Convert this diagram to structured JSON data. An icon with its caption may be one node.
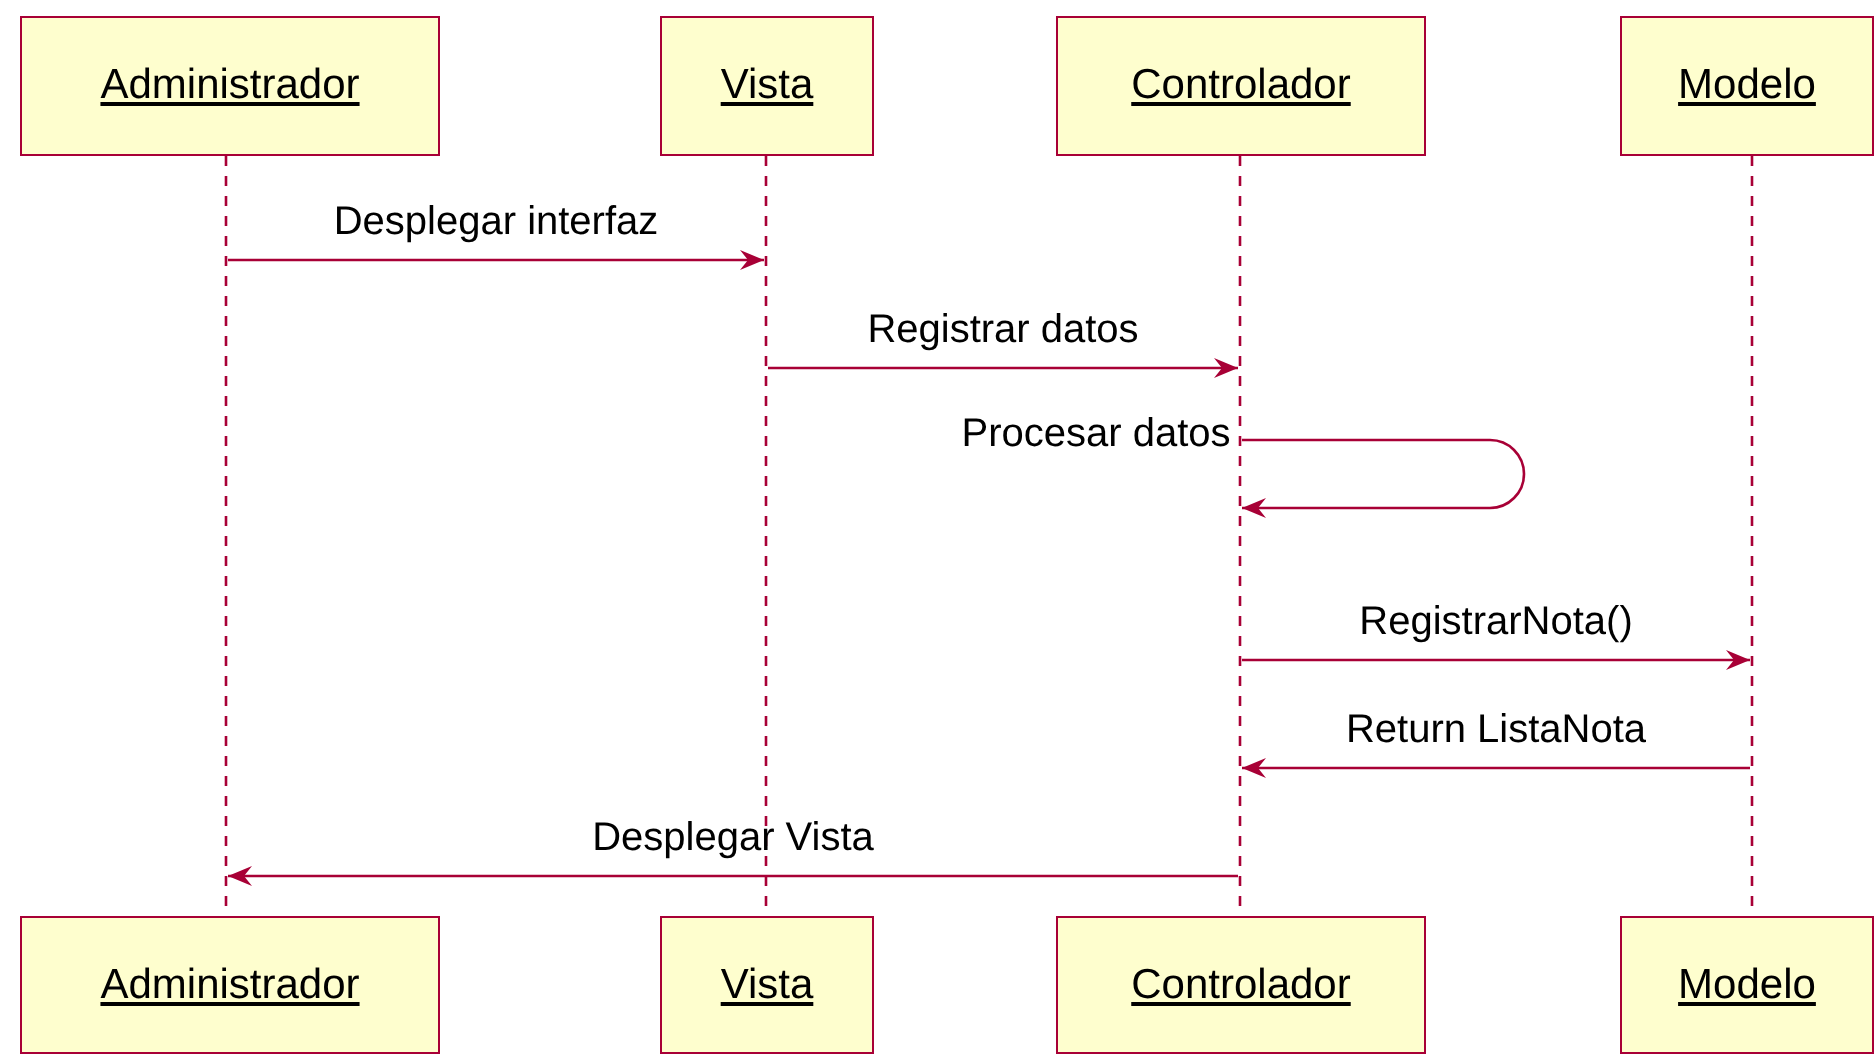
{
  "diagram": {
    "nodes": [
      {
        "text": [
          "Administrador"
        ]
      },
      {
        "text": [
          "Vista"
        ]
      },
      {
        "text": [
          "Controlador"
        ]
      },
      {
        "text": [
          "Modelo"
        ]
      },
      {
        "text": [],
        "shape": "line"
      },
      {
        "text": [],
        "shape": "line"
      },
      {
        "text": [],
        "shape": "line"
      },
      {
        "text": [],
        "shape": "line"
      },
      {
        "text": [
          "Administrador"
        ]
      },
      {
        "text": [
          "Vista"
        ]
      },
      {
        "text": [
          "Controlador"
        ]
      },
      {
        "text": [
          "Modelo"
        ]
      }
    ],
    "edges": [
      {
        "from": 4,
        "to": 5,
        "arrow": "to",
        "label": "Desplegar interfaz"
      },
      {
        "from": 5,
        "to": 6,
        "arrow": "to",
        "label": "Registrar datos"
      },
      {
        "from": 6,
        "to": 6,
        "arrow": "to",
        "label": "Procesar datos"
      },
      {
        "from": 6,
        "to": 7,
        "arrow": "to",
        "label": "RegistrarNota()"
      },
      {
        "from": 7,
        "to": 6,
        "arrow": "to",
        "label": "Return ListaNota"
      },
      {
        "from": 6,
        "to": 4,
        "arrow": "to",
        "label": "Desplegar Vista"
      }
    ]
  }
}
